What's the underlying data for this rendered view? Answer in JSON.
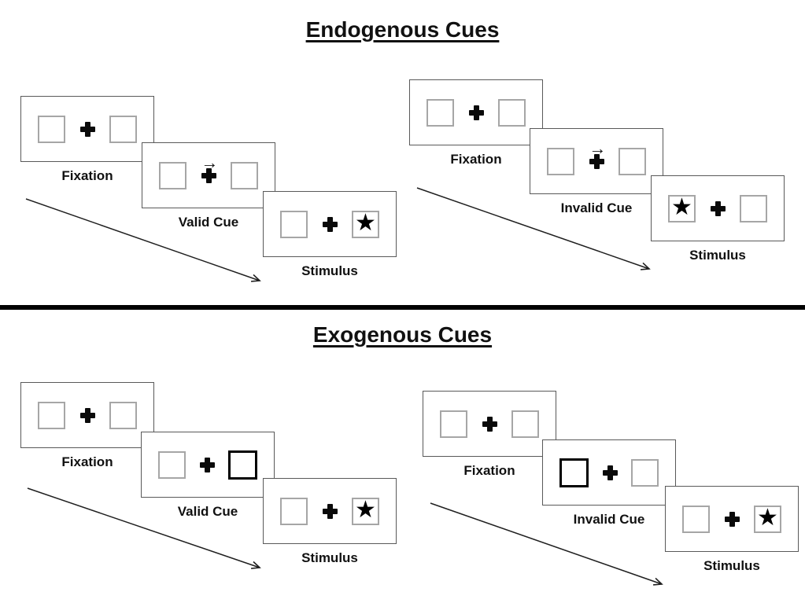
{
  "endogenous": {
    "title": "Endogenous Cues",
    "valid": {
      "fixation": "Fixation",
      "cue": "Valid Cue",
      "stimulus": "Stimulus"
    },
    "invalid": {
      "fixation": "Fixation",
      "cue": "Invalid Cue",
      "stimulus": "Stimulus"
    }
  },
  "exogenous": {
    "title": "Exogenous Cues",
    "valid": {
      "fixation": "Fixation",
      "cue": "Valid Cue",
      "stimulus": "Stimulus"
    },
    "invalid": {
      "fixation": "Fixation",
      "cue": "Invalid Cue",
      "stimulus": "Stimulus"
    }
  },
  "icons": {
    "star": "★",
    "cue_direction_arrow": "→"
  },
  "colors": {
    "ink": "#000000",
    "panel_border": "#595959",
    "placeholder_box_border": "#a6a6a6",
    "cue_box_border": "#000000"
  }
}
